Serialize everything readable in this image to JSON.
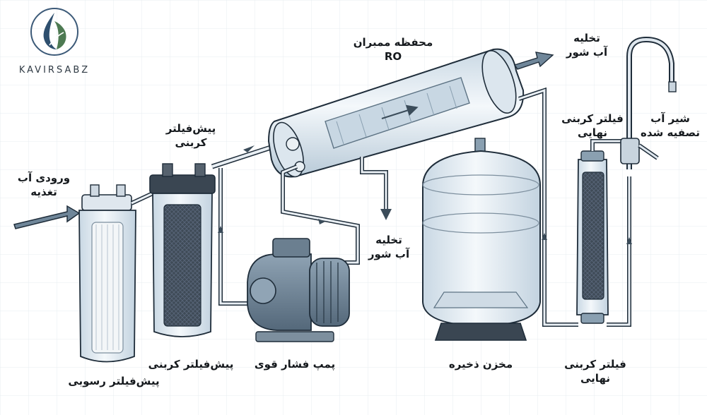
{
  "brand": {
    "name": "KAVIRSABZ"
  },
  "labels": {
    "feed_line1": "ورودی آب",
    "feed_line2": "تغذیه",
    "carbon_pre_top_line1": "پیش‌فیلتر",
    "carbon_pre_top_line2": "کربنی",
    "membrane_line1": "محفظه ممبران",
    "membrane_line2": "RO",
    "brine_top_line1": "تخلیه",
    "brine_top_line2": "آب شور",
    "final_carbon_top_line1": "فیلتر کربنی",
    "final_carbon_top_line2": "نهایی",
    "faucet_line1": "شیر آب",
    "faucet_line2": "تصفیه شده",
    "brine_mid_line1": "تخلیه",
    "brine_mid_line2": "آب شور",
    "sediment_pre": "پیش‌فیلتر رسوبی",
    "carbon_pre_bottom": "پیش‌فیلتر کربنی",
    "pump": "پمپ فشار قوی",
    "tank": "مخزن ذخیره",
    "final_carbon_bottom_line1": "فیلتر کربنی",
    "final_carbon_bottom_line2": "نهایی"
  },
  "colors": {
    "outline": "#1f2d3a",
    "flow_arrow": "#5d7384",
    "glass": "#dfeaf3",
    "carbon": "#3f4b57",
    "logo_green": "#4d7a52"
  }
}
